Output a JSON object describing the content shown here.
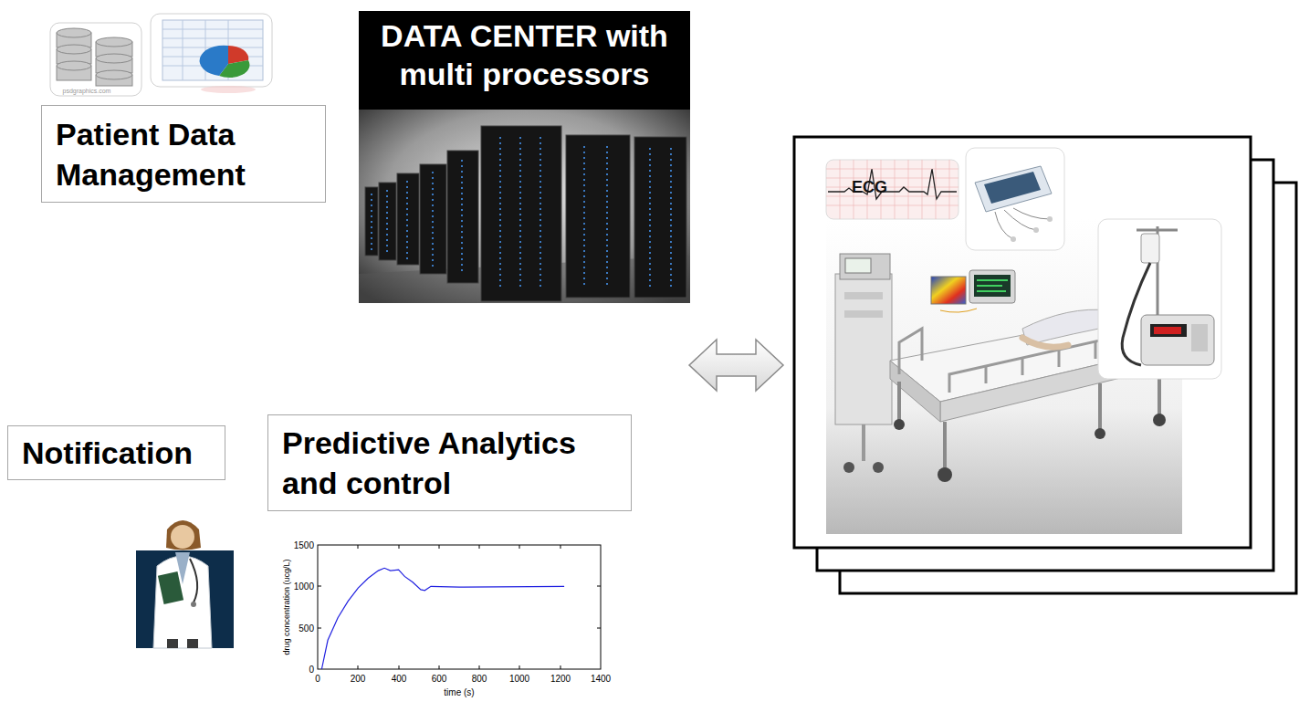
{
  "diagram": {
    "nodes": [
      {
        "text": [
          "DATA CENTER with multi processors"
        ]
      },
      {
        "text": [
          "Patient Data Management"
        ]
      },
      {
        "text": [
          "ECG"
        ]
      },
      {
        "text": [
          "Notification"
        ]
      },
      {
        "text": [
          "Predictive Analytics and control"
        ]
      }
    ],
    "labels": [
      "psdgraphics.com",
      "1500",
      "1000",
      "500",
      "0",
      "0",
      "200",
      "400",
      "600",
      "800",
      "1000",
      "1200",
      "1400",
      "drug concentration (ucg/L)",
      "time (s)"
    ]
  }
}
